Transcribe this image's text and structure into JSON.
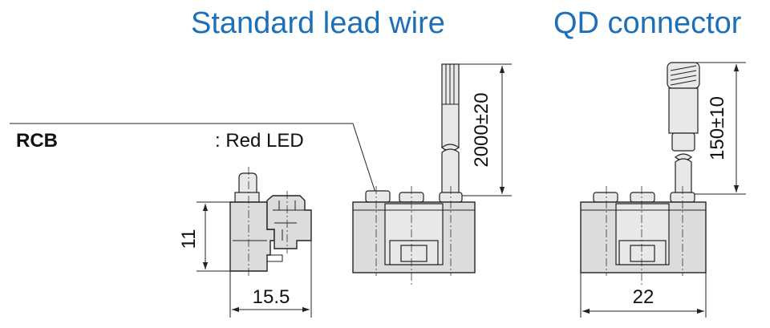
{
  "titles": {
    "standard": "Standard lead wire",
    "qd": "QD connector"
  },
  "label": {
    "model": "RCB",
    "description": ": Red LED"
  },
  "dimensions": {
    "side_height": "11",
    "side_width": "15.5",
    "lead_length": "2000±20",
    "qd_length": "150±10",
    "qd_width": "22"
  },
  "colors": {
    "title": "#1d6fb8",
    "body_fill": "#dcdcdc",
    "line": "#222222"
  }
}
